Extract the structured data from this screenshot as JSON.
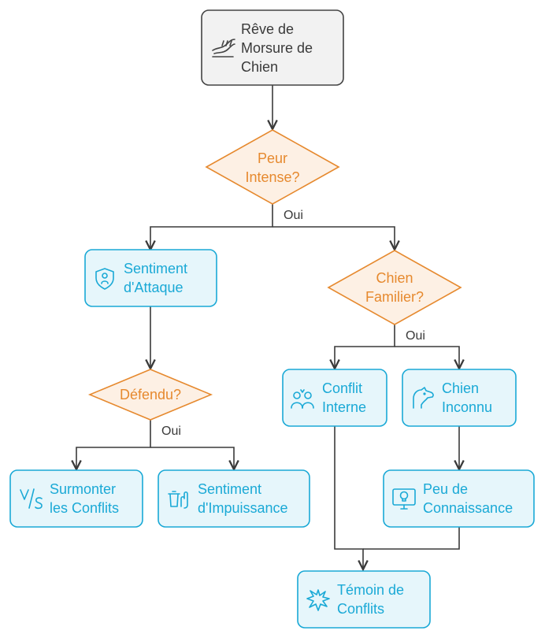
{
  "nodes": {
    "start": {
      "lines": [
        "Rêve de",
        "Morsure de",
        "Chien"
      ],
      "icon": "dog-bite-icon"
    },
    "fear": {
      "lines": [
        "Peur",
        "Intense?"
      ]
    },
    "attack": {
      "lines": [
        "Sentiment",
        "d'Attaque"
      ],
      "icon": "shield-person-icon"
    },
    "familiar": {
      "lines": [
        "Chien",
        "Familier?"
      ]
    },
    "defended": {
      "lines": [
        "Défendu?"
      ]
    },
    "conflict_int": {
      "lines": [
        "Conflit",
        "Interne"
      ],
      "icon": "people-conflict-icon"
    },
    "unknown_dog": {
      "lines": [
        "Chien",
        "Inconnu"
      ],
      "icon": "dog-head-icon"
    },
    "overcome": {
      "lines": [
        "Surmonter",
        "les Conflits"
      ],
      "icon": "versus-icon"
    },
    "helpless": {
      "lines": [
        "Sentiment",
        "d'Impuissance"
      ],
      "icon": "trash-hand-icon"
    },
    "little_know": {
      "lines": [
        "Peu de",
        "Connaissance"
      ],
      "icon": "monitor-skull-icon"
    },
    "witness": {
      "lines": [
        "Témoin de",
        "Conflits"
      ],
      "icon": "explosion-icon"
    }
  },
  "edge_labels": {
    "fear_yes": "Oui",
    "familiar_yes": "Oui",
    "defended_yes": "Oui"
  },
  "colors": {
    "gray_fill": "#f2f2f2",
    "gray_stroke": "#444444",
    "blue_fill": "#e6f6fb",
    "blue_stroke": "#1aa9d6",
    "orange_fill": "#fdf0e4",
    "orange_stroke": "#e6892e",
    "edge": "#3a3a3a"
  }
}
